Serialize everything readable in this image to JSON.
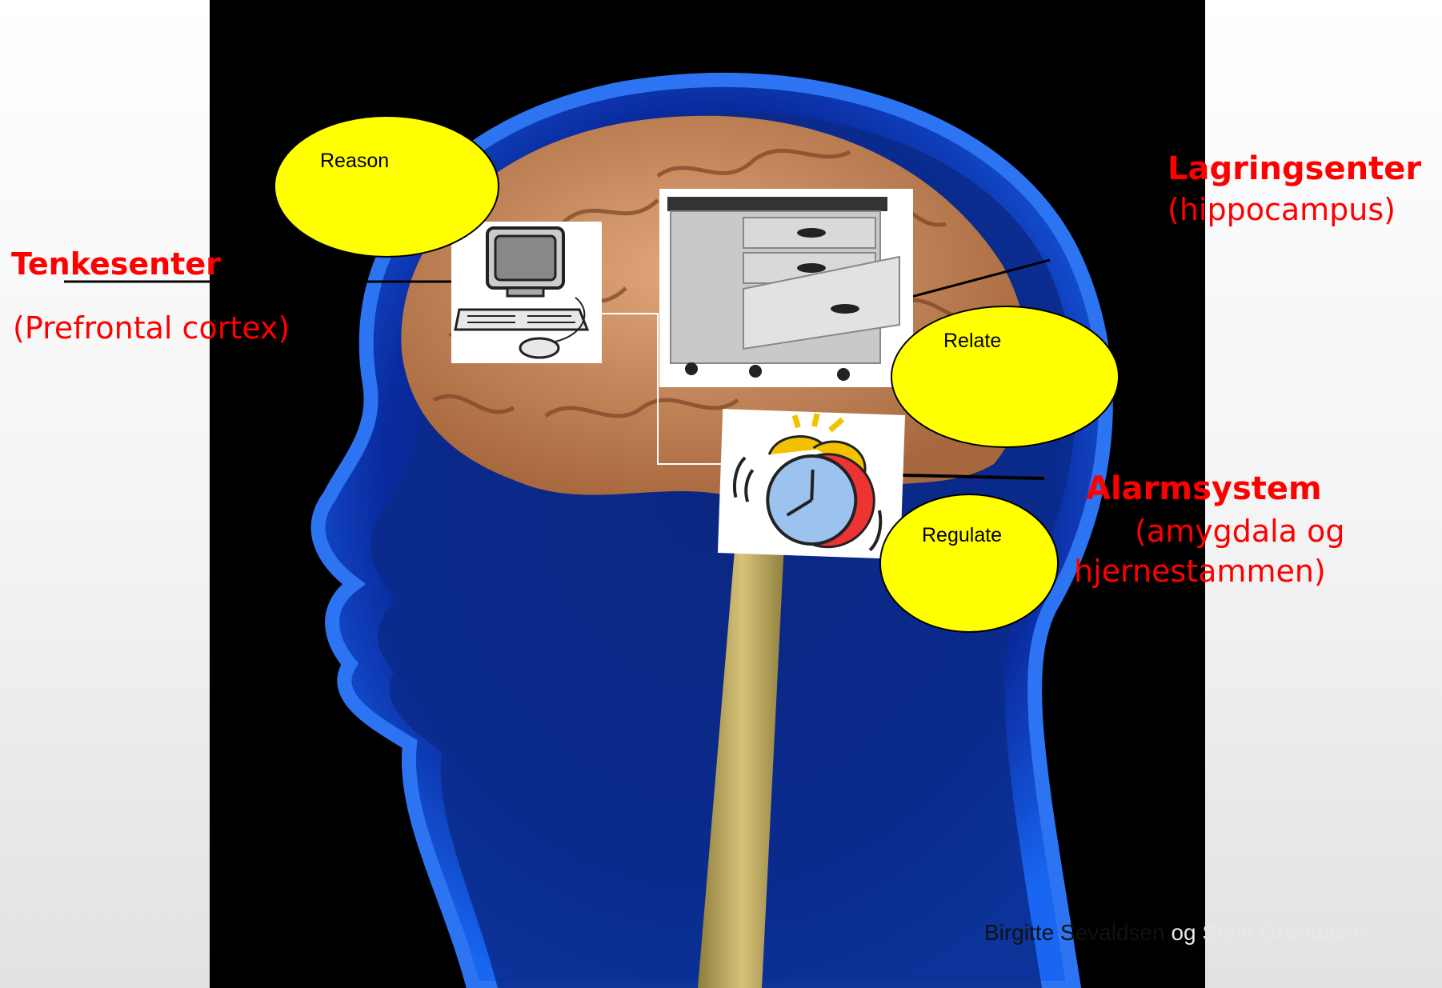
{
  "labels": {
    "thinking_title": "Tenkesenter",
    "thinking_sub": "(Prefrontal cortex)",
    "storage_title": "Lagringsenter",
    "storage_sub": "(hippocampus)",
    "alarm_title": "Alarmsystem",
    "alarm_sub_line1": "(amygdala og",
    "alarm_sub_line2": "hjernestammen)"
  },
  "ovals": {
    "reason": "Reason",
    "relate": "Relate",
    "regulate": "Regulate"
  },
  "credit": {
    "part1": "Birgitte Sevaldsen ",
    "part2": "og Stein Grøndalen"
  },
  "icons": {
    "computer": "computer-icon",
    "cabinet": "filing-cabinet-icon",
    "clock": "alarm-clock-icon"
  },
  "colors": {
    "label_red": "#ff0000",
    "oval_yellow": "#ffff00",
    "head_glow": "#1a6cff",
    "brain": "#c98a5a",
    "spine": "#c9b26a"
  }
}
